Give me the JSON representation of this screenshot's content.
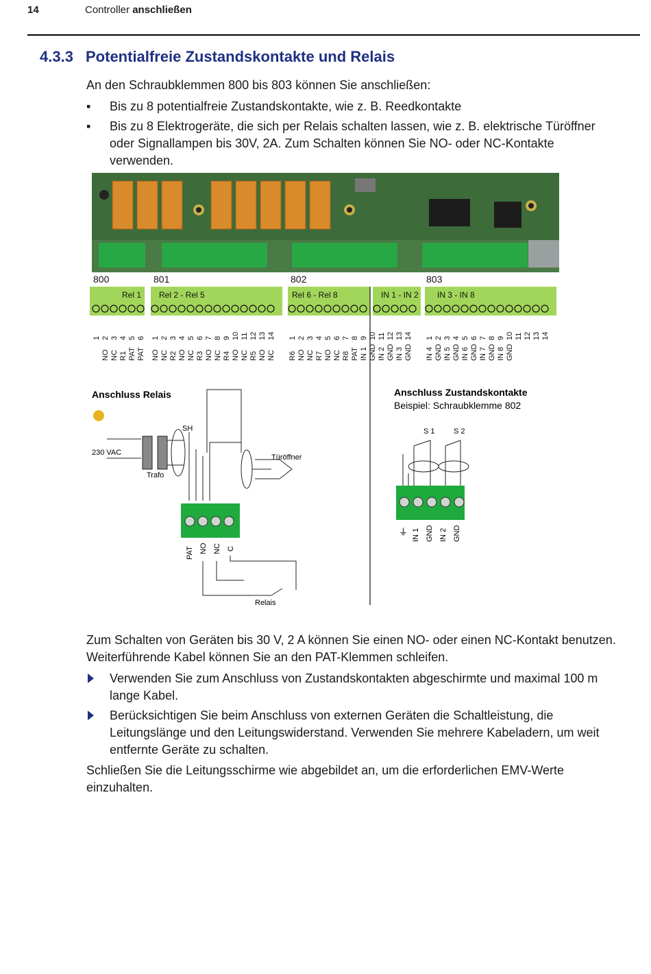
{
  "header": {
    "page_number": "14",
    "title_plain": "Controller",
    "title_bold": "anschließen"
  },
  "section": {
    "number": "4.3.3",
    "title": "Potentialfreie Zustandskontakte und Relais"
  },
  "intro": "An den Schraubklemmen 800 bis 803 können Sie anschließen:",
  "bullets": [
    "Bis zu 8 potentialfreie Zustandskontakte, wie z. B. Reedkontakte",
    "Bis zu 8 Elektrogeräte, die sich per Relais schalten lassen, wie z. B. elektrische Türöffner oder Signallampen bis 30V, 2A. Zum Schalten können Sie NO- oder NC-Kontakte verwenden."
  ],
  "figure": {
    "terminals": [
      "800",
      "801",
      "802",
      "803"
    ],
    "groups": [
      "Rel 1",
      "Rel 2 - Rel 5",
      "Rel 6 - Rel 8",
      "IN 1 - IN 2",
      "IN 3 - IN 8"
    ],
    "relais_title": "Anschluss Relais",
    "zustand_title": "Anschluss Zustandskontakte",
    "zustand_sub": "Beispiel: Schraubklemme 802",
    "label_sh": "SH",
    "label_vac": "230 VAC",
    "label_trafo": "Trafo",
    "label_tueroeffner": "Türöffner",
    "label_relais": "Relais",
    "label_s1": "S 1",
    "label_s2": "S 2",
    "relais_pins": [
      "PAT",
      "NO",
      "NC",
      "C"
    ],
    "zustand_pins": [
      "IN 1",
      "GND",
      "IN 2",
      "GND"
    ],
    "pin_numbers": [
      "1",
      "2",
      "3",
      "4",
      "5",
      "6",
      "1",
      "2",
      "3",
      "4",
      "5",
      "6",
      "7",
      "8",
      "9",
      "10",
      "11",
      "12",
      "13",
      "14",
      "1",
      "2",
      "3",
      "4",
      "5",
      "6",
      "7",
      "8",
      "9",
      "10",
      "11",
      "12",
      "13",
      "14",
      "1",
      "2",
      "3",
      "4",
      "5",
      "6",
      "7",
      "8",
      "9",
      "10",
      "11",
      "12",
      "13",
      "14"
    ],
    "pin_names": [
      "NO",
      "NC",
      "R1",
      "PAT",
      "PAT",
      "NO",
      "NC",
      "R2",
      "NO",
      "NC",
      "R3",
      "NO",
      "NC",
      "R4",
      "NO",
      "NC",
      "R5",
      "NO",
      "NC",
      "R6",
      "NO",
      "NC",
      "R7",
      "NO",
      "NC",
      "R8",
      "PAT",
      "IN 1",
      "GND",
      "IN 2",
      "GND",
      "IN 3",
      "GND",
      "IN 4",
      "GND",
      "IN 5",
      "GND",
      "IN 6",
      "GND",
      "IN 7",
      "GND",
      "IN 8",
      "GND"
    ]
  },
  "after_para": "Zum Schalten von Geräten bis 30 V, 2 A können Sie einen NO- oder einen NC-Kontakt benutzen. Weiterführende Kabel können Sie an den PAT-Klemmen schleifen.",
  "notes": [
    "Verwenden Sie zum Anschluss von Zustandskontakten abgeschirmte und maximal 100 m lange Kabel.",
    "Berücksichtigen Sie beim Anschluss von externen Geräten die Schaltleistung, die Leitungslänge und den Leitungswiderstand. Verwenden Sie mehrere Kabeladern, um weit entfernte Geräte zu schalten."
  ],
  "closing": "Schließen Sie die Leitungsschirme wie abgebildet an, um die erforderlichen EMV-Werte einzuhalten."
}
